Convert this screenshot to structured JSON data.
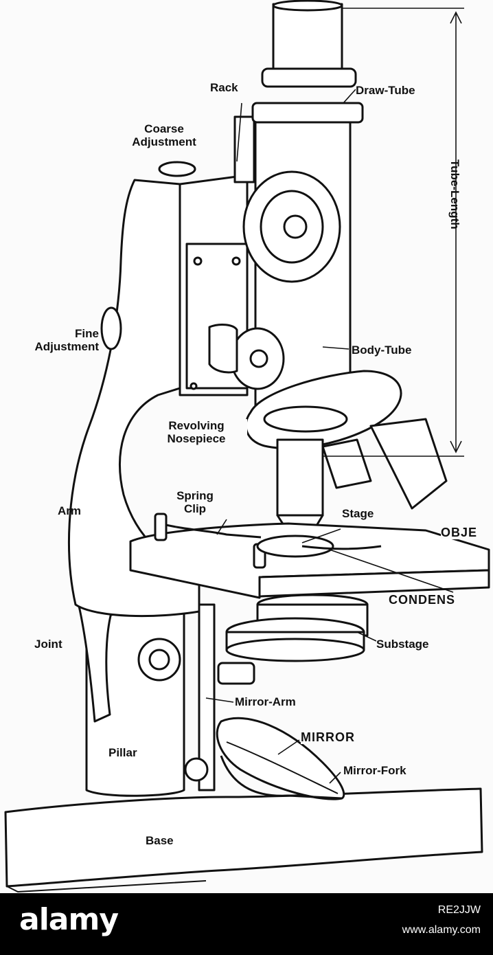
{
  "labels": {
    "rack": "Rack",
    "draw_tube": "Draw-Tube",
    "coarse_adjustment": "Coarse\nAdjustment",
    "tube_length": "Tube-Length",
    "fine_adjustment": "Fine\nAdjustment",
    "body_tube": "Body-Tube",
    "revolving_nosepiece": "Revolving\nNosepiece",
    "spring_clip": "Spring\nClip",
    "arm": "Arm",
    "stage": "Stage",
    "objective": "OBJE",
    "condenser": "CONDENS",
    "joint": "Joint",
    "substage": "Substage",
    "mirror_arm": "Mirror-Arm",
    "mirror": "MIRROR",
    "pillar": "Pillar",
    "mirror_fork": "Mirror-Fork",
    "base": "Base"
  },
  "footer": {
    "logo": "alamy",
    "image_id": "RE2JJW",
    "url": "www.alamy.com"
  }
}
